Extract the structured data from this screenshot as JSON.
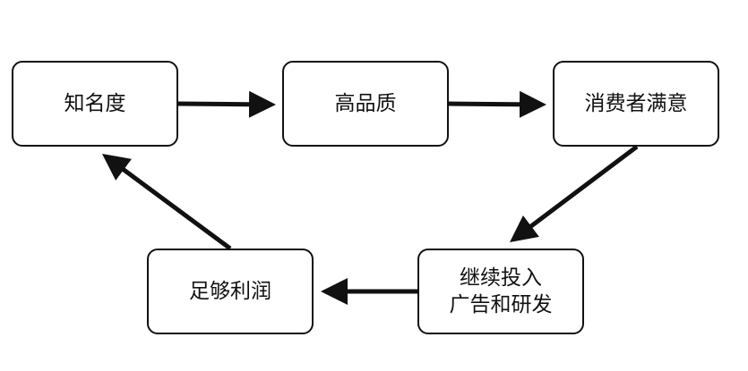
{
  "diagram": {
    "nodes": {
      "awareness": "知名度",
      "quality": "高品质",
      "satisfied": "消费者满意",
      "reinvest_line1": "继续投入",
      "reinvest_line2": "广告和研发",
      "profit": "足够利润"
    },
    "edges": [
      {
        "from": "awareness",
        "to": "quality"
      },
      {
        "from": "quality",
        "to": "satisfied"
      },
      {
        "from": "satisfied",
        "to": "reinvest"
      },
      {
        "from": "reinvest",
        "to": "profit"
      },
      {
        "from": "profit",
        "to": "awareness"
      }
    ],
    "colors": {
      "stroke": "#111111",
      "background": "#ffffff"
    }
  }
}
